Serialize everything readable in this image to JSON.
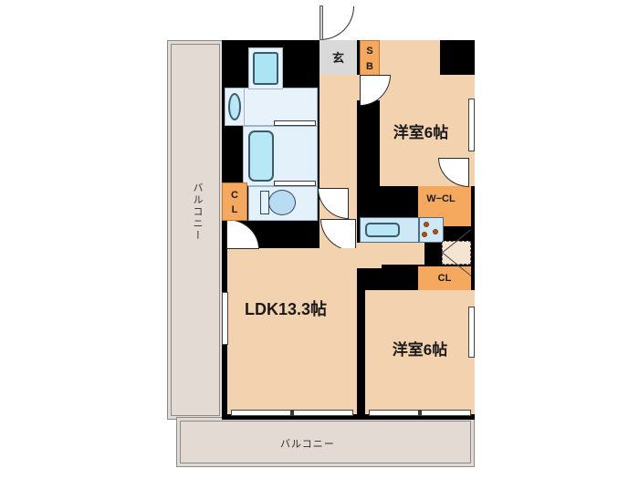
{
  "plan": {
    "type": "floor-plan",
    "layout_code": "2LDK",
    "rooms": [
      {
        "id": "ldk",
        "label": "LDK13.3帖",
        "kind": "living-dining-kitchen",
        "size_jo": 13.3
      },
      {
        "id": "bedroom1",
        "label": "洋室6帖",
        "kind": "western-bedroom",
        "size_jo": 6
      },
      {
        "id": "bedroom2",
        "label": "洋室6帖",
        "kind": "western-bedroom",
        "size_jo": 6
      }
    ],
    "storage": [
      {
        "id": "sb",
        "label": "SB",
        "kind": "shoe-box"
      },
      {
        "id": "cl1",
        "label": "CL",
        "kind": "closet"
      },
      {
        "id": "wcl",
        "label": "W−CL",
        "kind": "walk-in-closet"
      },
      {
        "id": "cl2",
        "label": "CL",
        "kind": "closet"
      }
    ],
    "entrance": {
      "label": "玄",
      "kind": "genkan"
    },
    "balconies": [
      {
        "id": "balcony-left",
        "label": "バルコニー",
        "orientation": "vertical"
      },
      {
        "id": "balcony-bottom",
        "label": "バルコニー",
        "orientation": "horizontal"
      }
    ],
    "fixtures": [
      {
        "id": "bathtub",
        "name": "bathtub-icon"
      },
      {
        "id": "toilet",
        "name": "toilet-icon"
      },
      {
        "id": "washbasin",
        "name": "washbasin-icon"
      },
      {
        "id": "washing-machine",
        "name": "washing-machine-icon"
      },
      {
        "id": "kitchen-sink",
        "name": "kitchen-sink-icon"
      },
      {
        "id": "stove",
        "name": "stove-burner-icon"
      }
    ],
    "colors": {
      "wall": "#000000",
      "room_fill": "#f3d2b0",
      "balcony_fill": "#e3dbd3",
      "closet_fill": "#f5a95f",
      "water_fill": "#b8e8f5",
      "wet_floor_fill": "#e8f2fb",
      "genkan_fill": "#d9d9d9",
      "text": "#1a1a1a"
    }
  }
}
